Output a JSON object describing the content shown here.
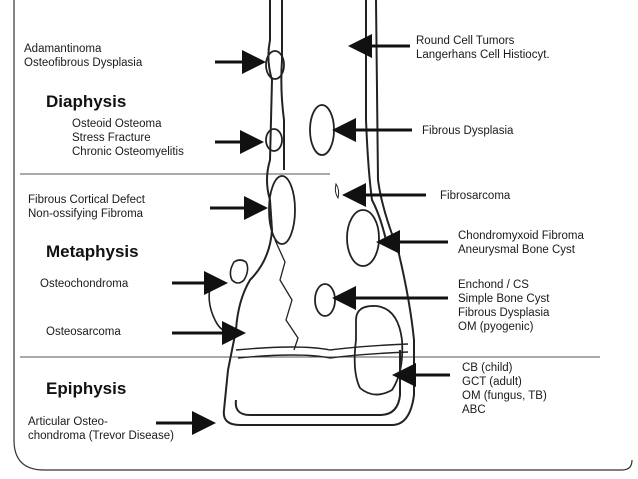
{
  "zones": {
    "diaphysis": "Diaphysis",
    "metaphysis": "Metaphysis",
    "epiphysis": "Epiphysis"
  },
  "left_labels": {
    "adamantinoma": [
      "Adamantinoma",
      "Osteofibrous Dysplasia"
    ],
    "osteoid": [
      "Osteoid Osteoma",
      "Stress Fracture",
      "Chronic Osteomyelitis"
    ],
    "fibrous_cortical": [
      "Fibrous Cortical Defect",
      "Non-ossifying Fibroma"
    ],
    "osteochondroma": [
      "Osteochondroma"
    ],
    "osteosarcoma": [
      "Osteosarcoma"
    ],
    "articular": [
      "Articular Osteo-",
      "chondroma (Trevor Disease)"
    ]
  },
  "right_labels": {
    "round_cell": [
      "Round Cell Tumors",
      "Langerhans Cell Histiocyt."
    ],
    "fibrous_dysplasia": [
      "Fibrous Dysplasia"
    ],
    "fibrosarcoma": [
      "Fibrosarcoma"
    ],
    "chondromyxoid": [
      "Chondromyxoid Fibroma",
      "Aneurysmal Bone Cyst"
    ],
    "enchond": [
      "Enchond / CS",
      "Simple Bone Cyst",
      "Fibrous Dysplasia",
      "OM (pyogenic)"
    ],
    "cb": [
      "CB (child)",
      "GCT (adult)",
      "OM (fungus, TB)",
      "ABC"
    ]
  }
}
